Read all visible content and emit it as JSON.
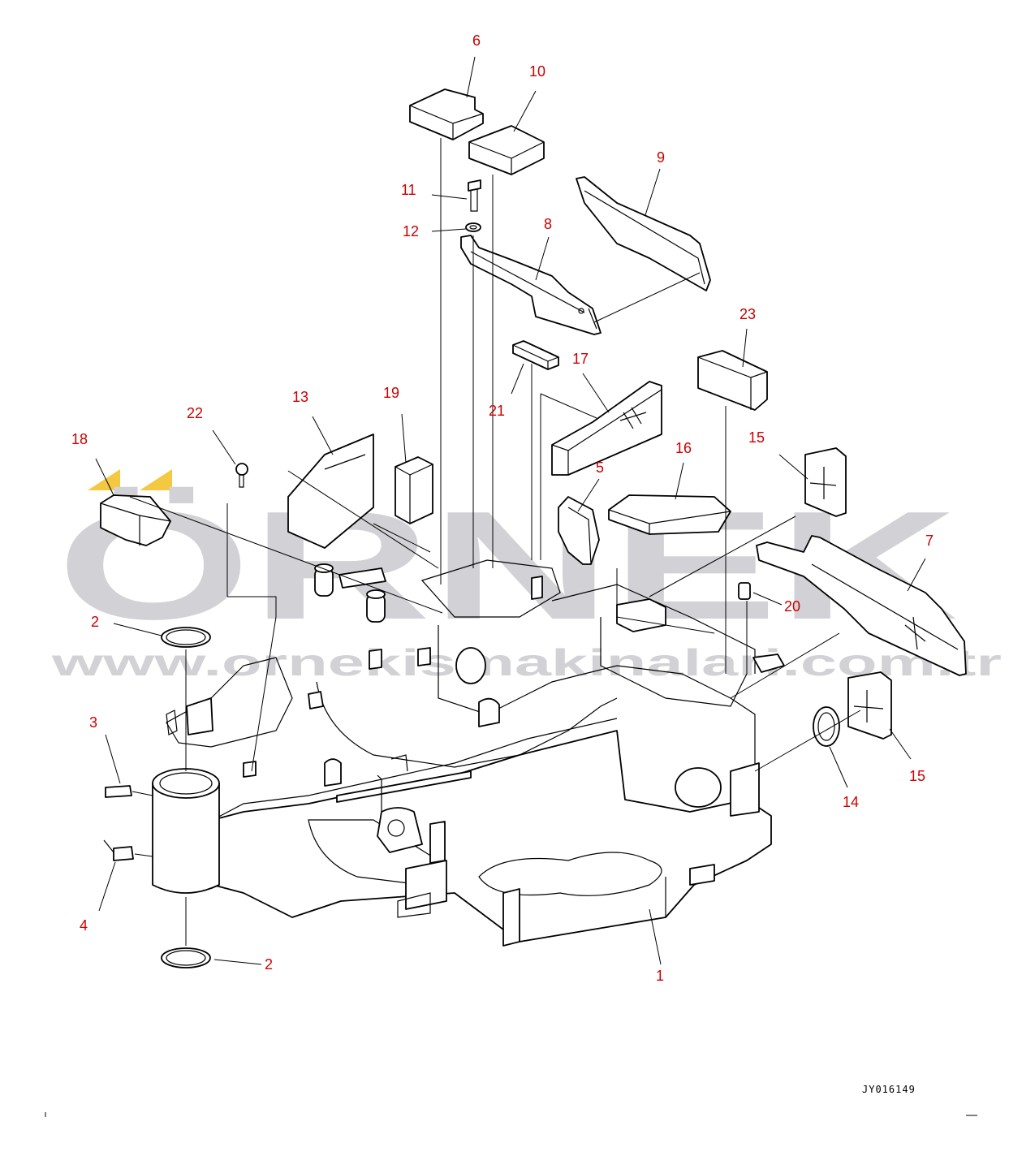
{
  "watermark": {
    "brand": "ÖRNEK",
    "url": "www.ornekismakinalari.com.tr",
    "accent_color": "#f5c842",
    "color": "#d2d2d6"
  },
  "drawing_code": "JY016149",
  "callout_color": "#cc0000",
  "callouts": [
    {
      "label": "1"
    },
    {
      "label": "2"
    },
    {
      "label": "2"
    },
    {
      "label": "3"
    },
    {
      "label": "4"
    },
    {
      "label": "5"
    },
    {
      "label": "6"
    },
    {
      "label": "7"
    },
    {
      "label": "8"
    },
    {
      "label": "9"
    },
    {
      "label": "10"
    },
    {
      "label": "11"
    },
    {
      "label": "12"
    },
    {
      "label": "13"
    },
    {
      "label": "14"
    },
    {
      "label": "15"
    },
    {
      "label": "15"
    },
    {
      "label": "16"
    },
    {
      "label": "17"
    },
    {
      "label": "18"
    },
    {
      "label": "19"
    },
    {
      "label": "20"
    },
    {
      "label": "21"
    },
    {
      "label": "22"
    },
    {
      "label": "23"
    }
  ]
}
